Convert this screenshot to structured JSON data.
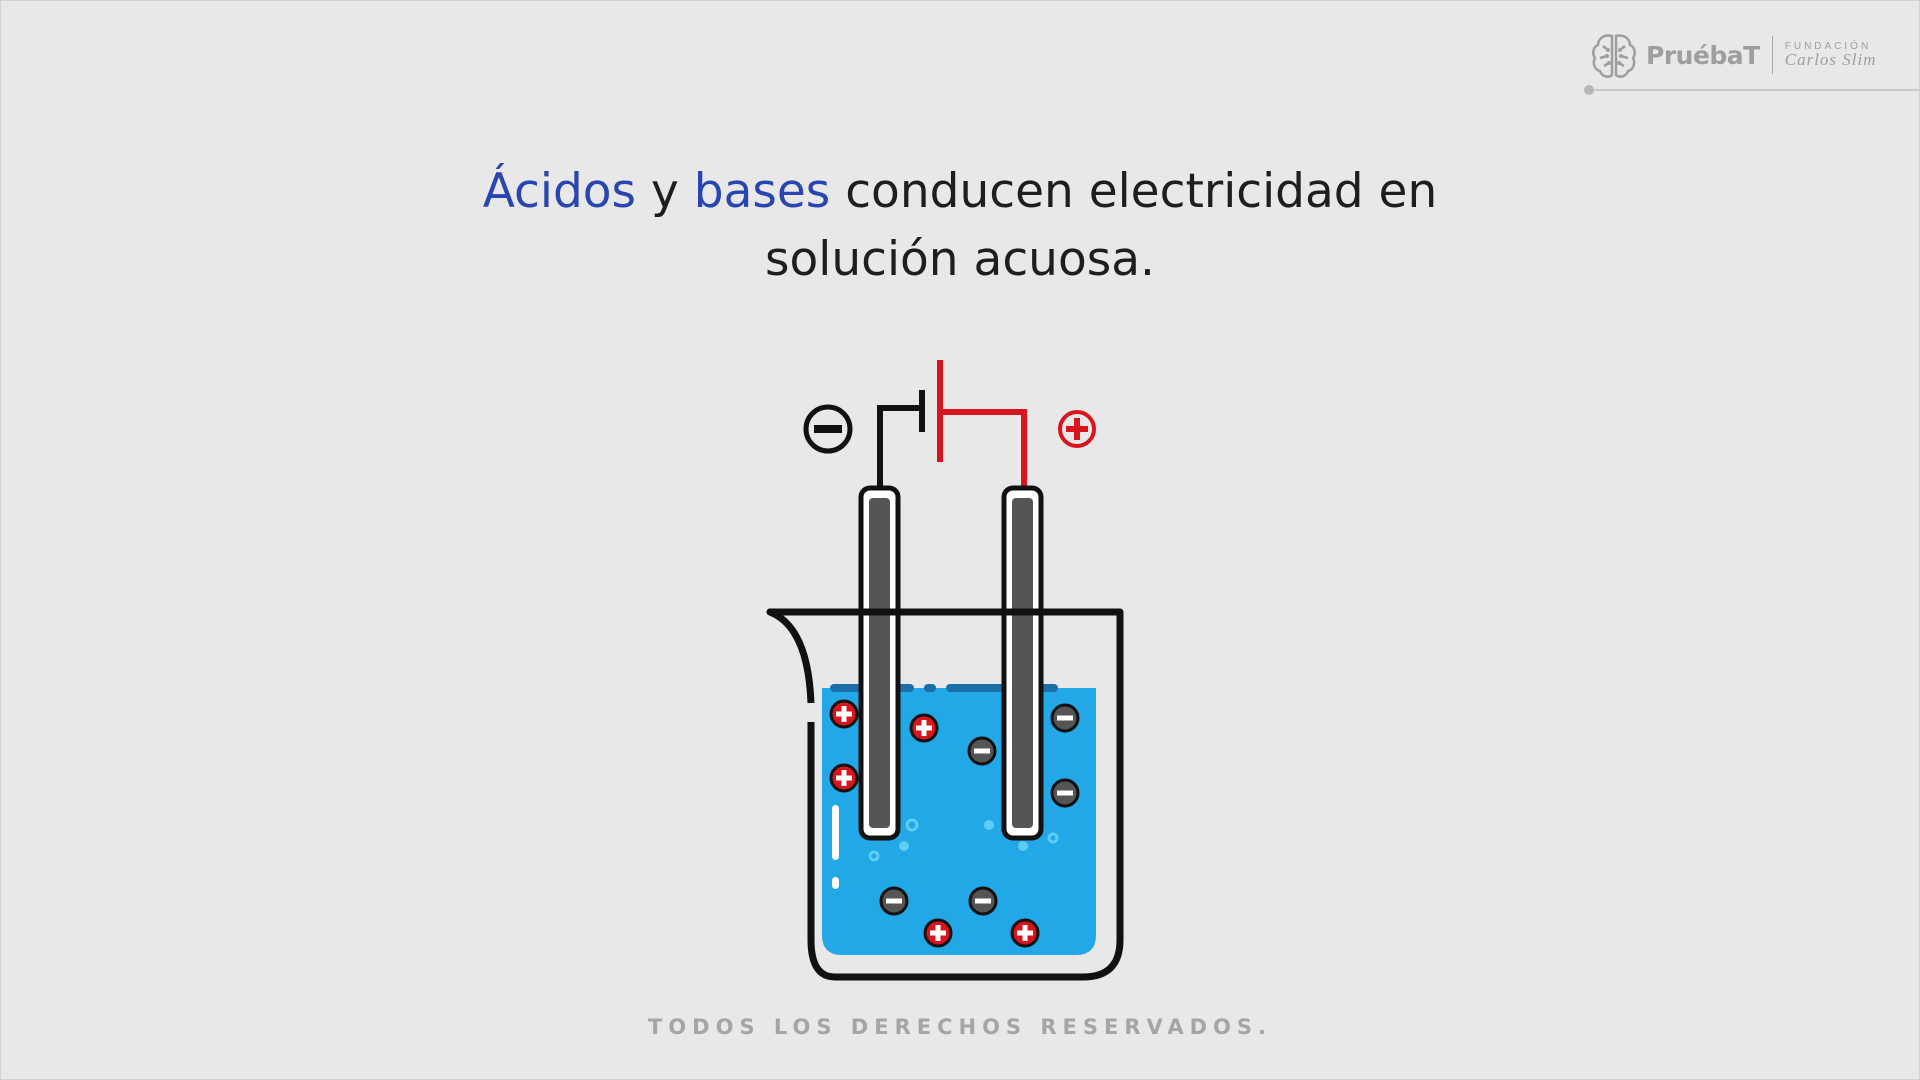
{
  "logo": {
    "brand": "PruébaT",
    "foundation_line1": "FUNDACIÓN",
    "foundation_line2": "Carlos Slim"
  },
  "headline": {
    "word1": "Ácidos",
    "connector": " y ",
    "word2": "bases",
    "rest_line1": " conducen electricidad en",
    "line2": "solución acuosa."
  },
  "diagram": {
    "negative_sign": "−",
    "positive_sign": "+"
  },
  "footer": {
    "text": "TODOS LOS DERECHOS RESERVADOS."
  },
  "colors": {
    "accent_blue": "#2845b0",
    "liquid": "#22a8e6",
    "positive_red": "#d9141c",
    "wire_black": "#111111",
    "electrode_gray": "#555555"
  }
}
